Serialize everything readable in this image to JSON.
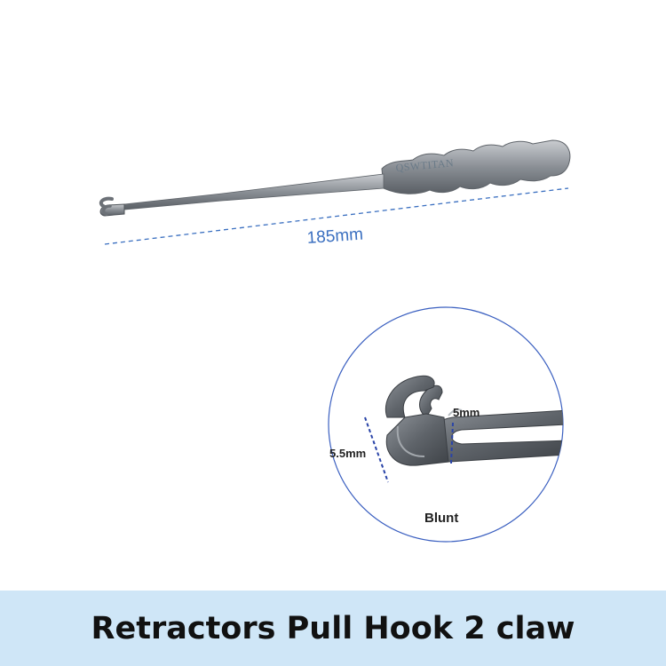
{
  "product": {
    "brand": "QSWTITAN",
    "length_label": "185mm"
  },
  "detail": {
    "tip_width_label": "5mm",
    "hook_depth_label": "5.5mm",
    "tip_type_label": "Blunt"
  },
  "banner": {
    "title": "Retractors Pull Hook 2 claw"
  },
  "colors": {
    "banner_bg": "#cfe6f7",
    "dimension_line": "#3a6fc0",
    "metal": "#8a9096"
  }
}
